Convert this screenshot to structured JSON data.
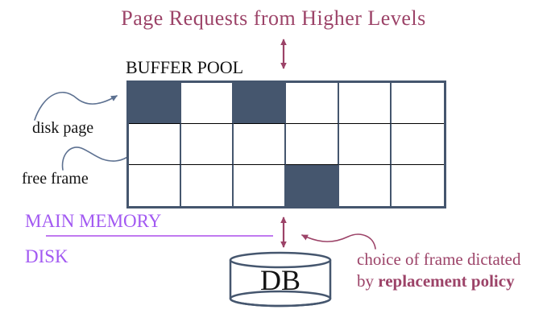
{
  "title": "Page Requests from Higher Levels",
  "buffer_pool": {
    "label": "BUFFER POOL",
    "rows": 3,
    "cols": 6,
    "filled_cells": [
      [
        0,
        0
      ],
      [
        0,
        2
      ],
      [
        2,
        3
      ]
    ]
  },
  "annotations": {
    "disk_page": "disk page",
    "free_frame": "free frame",
    "choice_line1": "choice of frame dictated",
    "choice_line2_prefix": "by ",
    "choice_line2_bold": "replacement policy"
  },
  "memory_labels": {
    "main_memory": "MAIN MEMORY",
    "disk": "DISK"
  },
  "db": {
    "label": "DB"
  },
  "icons": {
    "page_request_arrow": "double-headed-vertical-arrow",
    "disk_transfer_arrow": "double-headed-vertical-arrow",
    "disk_page_arrow": "wavy-pointer-arrow",
    "free_frame_arrow": "wavy-pointer-arrow",
    "replacement_policy_arrow": "wavy-pointer-arrow",
    "db_cylinder": "database-cylinder"
  },
  "colors": {
    "maroon": "#9c4368",
    "slate": "#45566e",
    "slate_arrow": "#5d7191",
    "purple_text": "#a259f2",
    "purple_line": "#c07af0",
    "text_black": "#131313"
  }
}
